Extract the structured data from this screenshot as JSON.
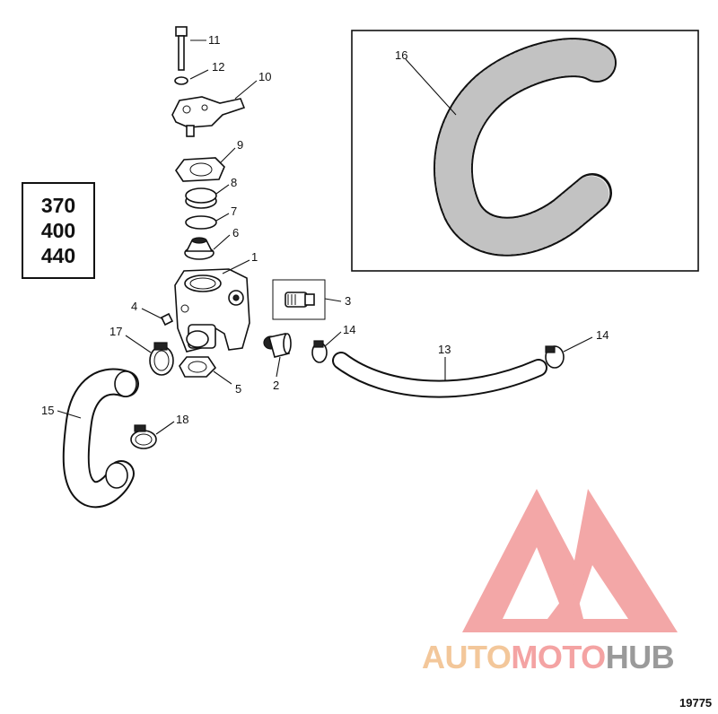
{
  "models": [
    "370",
    "400",
    "440"
  ],
  "callouts": {
    "c1": "1",
    "c2": "2",
    "c3": "3",
    "c4": "4",
    "c5": "5",
    "c6": "6",
    "c7": "7",
    "c8": "8",
    "c9": "9",
    "c10": "10",
    "c11": "11",
    "c12": "12",
    "c13": "13",
    "c14a": "14",
    "c14b": "14",
    "c15": "15",
    "c16": "16",
    "c17": "17",
    "c18": "18"
  },
  "figure_number": "19775",
  "watermark": {
    "part1": "AUTO",
    "part2": "MOTO",
    "part3": "HUB",
    "colors": {
      "auto": "#f3c79a",
      "moto": "#f4a3a3",
      "hub": "#9a9a9a",
      "logo": "#f08a8a"
    }
  }
}
